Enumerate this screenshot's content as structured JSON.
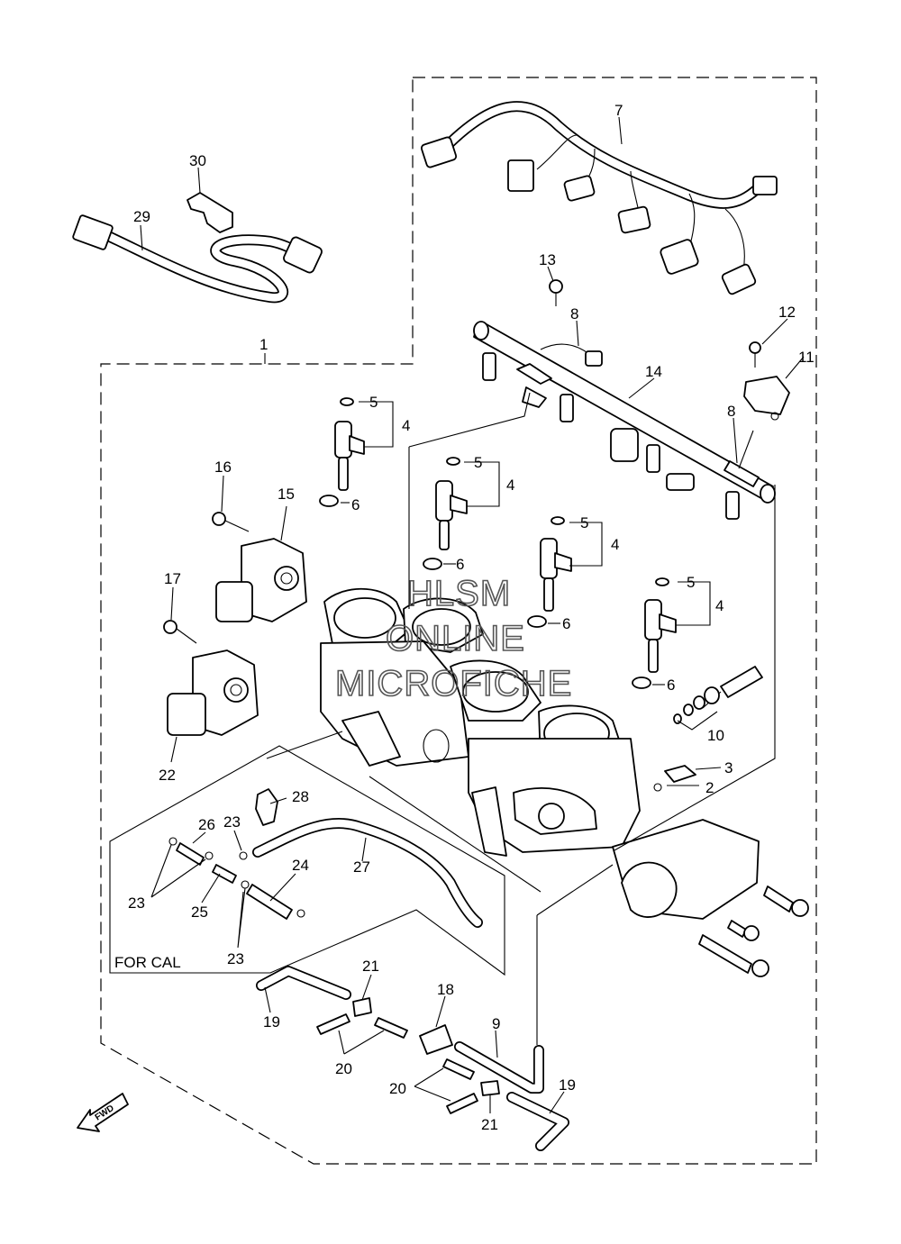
{
  "diagram": {
    "callouts": [
      "1",
      "2",
      "3",
      "4",
      "5",
      "6",
      "7",
      "8",
      "9",
      "10",
      "11",
      "12",
      "13",
      "14",
      "15",
      "16",
      "17",
      "18",
      "19",
      "20",
      "21",
      "22",
      "23",
      "24",
      "25",
      "26",
      "27",
      "28",
      "29",
      "30"
    ],
    "labels": {
      "l1": "1",
      "l2": "2",
      "l3": "3",
      "l4a": "4",
      "l4b": "4",
      "l4c": "4",
      "l4d": "4",
      "l5a": "5",
      "l5b": "5",
      "l5c": "5",
      "l5d": "5",
      "l6a": "6",
      "l6b": "6",
      "l6c": "6",
      "l6d": "6",
      "l7": "7",
      "l8a": "8",
      "l8b": "8",
      "l9": "9",
      "l10": "10",
      "l11": "11",
      "l12": "12",
      "l13": "13",
      "l14": "14",
      "l15": "15",
      "l16": "16",
      "l17": "17",
      "l18": "18",
      "l19a": "19",
      "l19b": "19",
      "l20a": "20",
      "l20b": "20",
      "l21a": "21",
      "l21b": "21",
      "l22": "22",
      "l23a": "23",
      "l23b": "23",
      "l23c": "23",
      "l24": "24",
      "l25": "25",
      "l26": "26",
      "l27": "27",
      "l28": "28",
      "l29": "29",
      "l30": "30"
    },
    "for_cal_label": "FOR CAL",
    "fwd_label": "FWD",
    "watermark": [
      "HLSM",
      "ONLINE",
      "MICROFICHE"
    ]
  }
}
